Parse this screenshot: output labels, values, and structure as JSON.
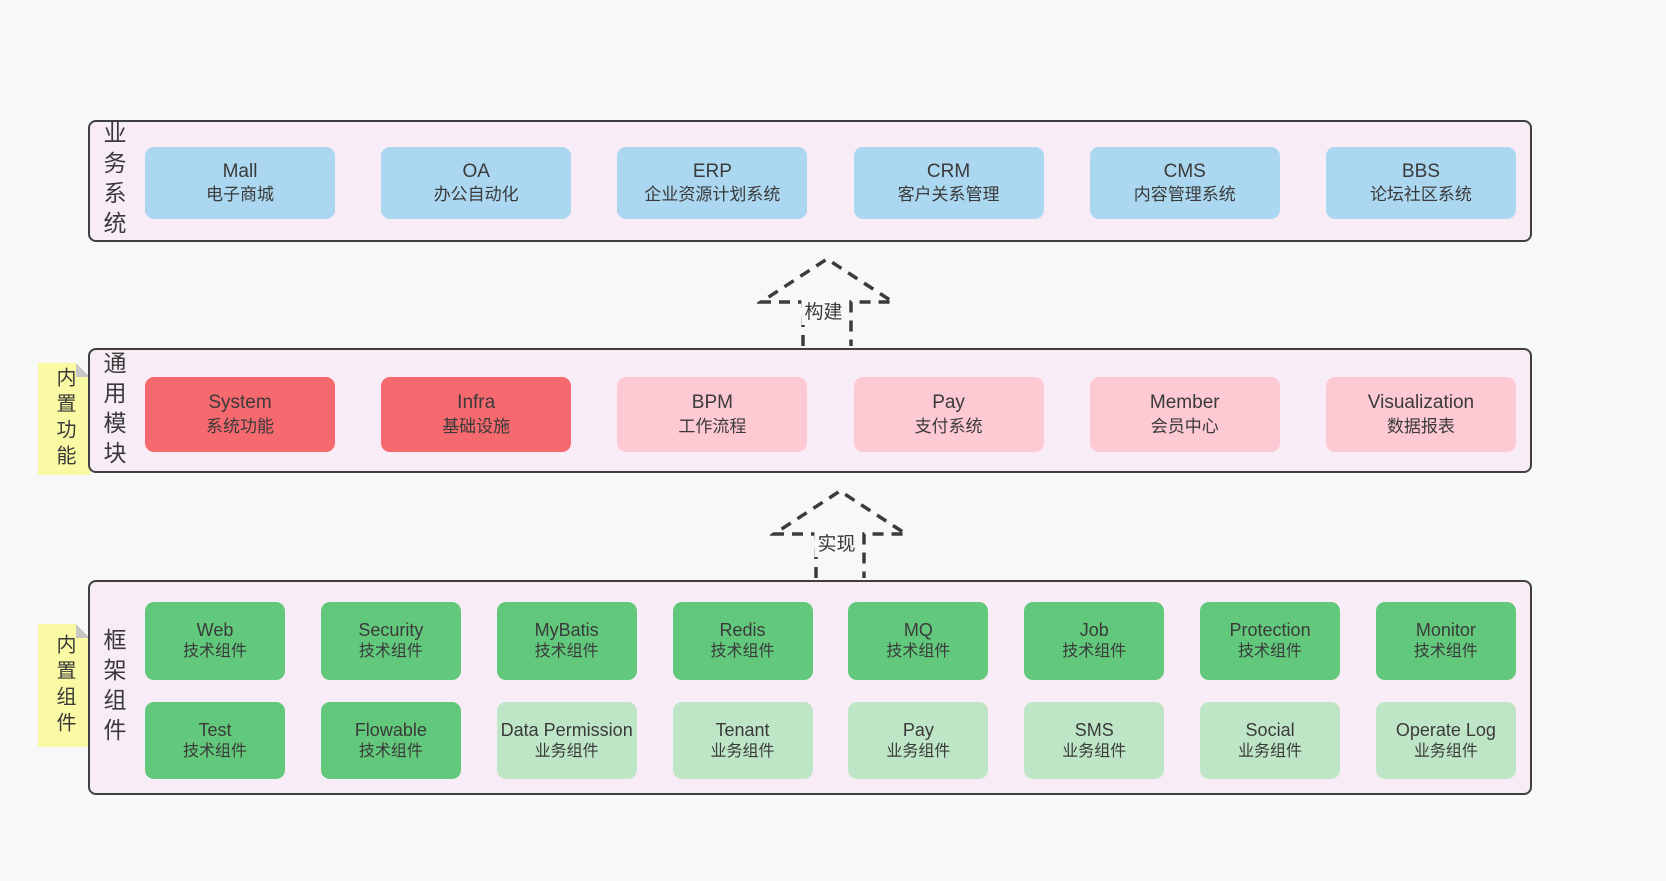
{
  "palette": {
    "page-bg": "#f8f8f8",
    "layer-bg": "#f8edf6",
    "layer-border": "#3f3f3f",
    "blue": "#abd7f0",
    "red": "#f5696f",
    "pink": "#fdc9d3",
    "green": "#62c87c",
    "lightgreen": "#bfe5c7",
    "yellow": "#fafaa4",
    "fold": "#c6c6c6",
    "text": "#3a3a3a"
  },
  "arrows": [
    {
      "label": "构建"
    },
    {
      "label": "实现"
    }
  ],
  "layers": [
    {
      "name": "business-systems",
      "label": "业务系统",
      "boxes": [
        [
          {
            "title": "Mall",
            "subtitle": "电子商城"
          },
          {
            "title": "OA",
            "subtitle": "办公自动化"
          },
          {
            "title": "ERP",
            "subtitle": "企业资源计划系统"
          },
          {
            "title": "CRM",
            "subtitle": "客户关系管理"
          },
          {
            "title": "CMS",
            "subtitle": "内容管理系统"
          },
          {
            "title": "BBS",
            "subtitle": "论坛社区系统"
          }
        ]
      ]
    },
    {
      "name": "common-modules",
      "label": "通用模块",
      "tag": "内置功能",
      "boxes": [
        [
          {
            "title": "System",
            "subtitle": "系统功能"
          },
          {
            "title": "Infra",
            "subtitle": "基础设施"
          },
          {
            "title": "BPM",
            "subtitle": "工作流程"
          },
          {
            "title": "Pay",
            "subtitle": "支付系统"
          },
          {
            "title": "Member",
            "subtitle": "会员中心"
          },
          {
            "title": "Visualization",
            "subtitle": "数据报表"
          }
        ]
      ]
    },
    {
      "name": "framework-components",
      "label": "框架组件",
      "tag": "内置组件",
      "boxes": [
        [
          {
            "title": "Web",
            "subtitle": "技术组件"
          },
          {
            "title": "Security",
            "subtitle": "技术组件"
          },
          {
            "title": "MyBatis",
            "subtitle": "技术组件"
          },
          {
            "title": "Redis",
            "subtitle": "技术组件"
          },
          {
            "title": "MQ",
            "subtitle": "技术组件"
          },
          {
            "title": "Job",
            "subtitle": "技术组件"
          },
          {
            "title": "Protection",
            "subtitle": "技术组件"
          },
          {
            "title": "Monitor",
            "subtitle": "技术组件"
          }
        ],
        [
          {
            "title": "Test",
            "subtitle": "技术组件"
          },
          {
            "title": "Flowable",
            "subtitle": "技术组件"
          },
          {
            "title": "Data Permission",
            "subtitle": "业务组件"
          },
          {
            "title": "Tenant",
            "subtitle": "业务组件"
          },
          {
            "title": "Pay",
            "subtitle": "业务组件"
          },
          {
            "title": "SMS",
            "subtitle": "业务组件"
          },
          {
            "title": "Social",
            "subtitle": "业务组件"
          },
          {
            "title": "Operate Log",
            "subtitle": "业务组件"
          }
        ]
      ]
    }
  ]
}
